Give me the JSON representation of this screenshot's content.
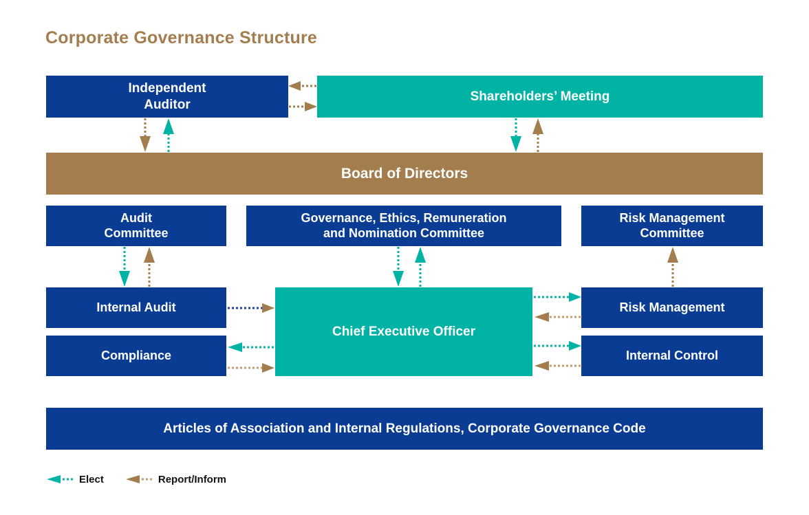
{
  "page": {
    "title": "Corporate Governance Structure",
    "background": "#FFFFFF"
  },
  "colors": {
    "navy": "#0A3C94",
    "teal": "#00B3A4",
    "brown": "#A37D4E",
    "title_text": "#A37D4E",
    "box_text": "#FFFFFF",
    "legend_text": "#111111",
    "blue_dotted_line": "#1F3FA8"
  },
  "nodes": {
    "independent_auditor": "Independent\nAuditor",
    "independent_auditor_line1": "Independent",
    "independent_auditor_line2": "Auditor",
    "shareholders_meeting": "Shareholders’ Meeting",
    "board_of_directors": "Board of Directors",
    "audit_committee_line1": "Audit",
    "audit_committee_line2": "Committee",
    "governance_committee_line1": "Governance, Ethics, Remuneration",
    "governance_committee_line2": "and Nomination Committee",
    "risk_management_committee_line1": "Risk Management",
    "risk_management_committee_line2": "Committee",
    "internal_audit": "Internal Audit",
    "compliance": "Compliance",
    "chief_executive_officer": "Chief Executive Officer",
    "risk_management": "Risk Management",
    "internal_control": "Internal Control",
    "articles": "Articles of Association and Internal Regulations, Corporate Governance Code"
  },
  "legend": {
    "items": [
      {
        "label": "Elect",
        "color": "#00B3A4",
        "icon": "left-arrow-dotted-icon"
      },
      {
        "label": "Report/Inform",
        "color": "#A37D4E",
        "icon": "left-arrow-dotted-icon"
      }
    ]
  },
  "relations": [
    {
      "from": "shareholders_meeting",
      "to": "independent_auditor",
      "type": "Report/Inform",
      "direction": "left"
    },
    {
      "from": "independent_auditor",
      "to": "shareholders_meeting",
      "type": "Report/Inform",
      "direction": "right"
    },
    {
      "from": "board_of_directors",
      "to": "independent_auditor",
      "type": "Report/Inform",
      "direction": "down"
    },
    {
      "from": "independent_auditor",
      "to": "board_of_directors",
      "type": "Elect",
      "direction": "up"
    },
    {
      "from": "shareholders_meeting",
      "to": "board_of_directors",
      "type": "Elect",
      "direction": "down"
    },
    {
      "from": "board_of_directors",
      "to": "shareholders_meeting",
      "type": "Report/Inform",
      "direction": "up"
    },
    {
      "from": "audit_committee",
      "to": "internal_audit",
      "type": "Elect",
      "direction": "down"
    },
    {
      "from": "internal_audit",
      "to": "audit_committee",
      "type": "Report/Inform",
      "direction": "up"
    },
    {
      "from": "governance_committee",
      "to": "chief_executive_officer",
      "type": "Elect",
      "direction": "down"
    },
    {
      "from": "chief_executive_officer",
      "to": "governance_committee",
      "type": "Elect",
      "direction": "up"
    },
    {
      "from": "risk_management",
      "to": "risk_management_committee",
      "type": "Report/Inform",
      "direction": "up"
    },
    {
      "from": "internal_audit",
      "to": "chief_executive_officer",
      "type": "Report/Inform",
      "direction": "right"
    },
    {
      "from": "chief_executive_officer",
      "to": "compliance",
      "type": "Elect",
      "direction": "left"
    },
    {
      "from": "compliance",
      "to": "chief_executive_officer",
      "type": "Report/Inform",
      "direction": "right"
    },
    {
      "from": "chief_executive_officer",
      "to": "risk_management",
      "type": "Elect",
      "direction": "right"
    },
    {
      "from": "risk_management",
      "to": "chief_executive_officer",
      "type": "Report/Inform",
      "direction": "left"
    },
    {
      "from": "chief_executive_officer",
      "to": "internal_control",
      "type": "Elect",
      "direction": "right"
    },
    {
      "from": "internal_control",
      "to": "chief_executive_officer",
      "type": "Report/Inform",
      "direction": "left"
    }
  ]
}
